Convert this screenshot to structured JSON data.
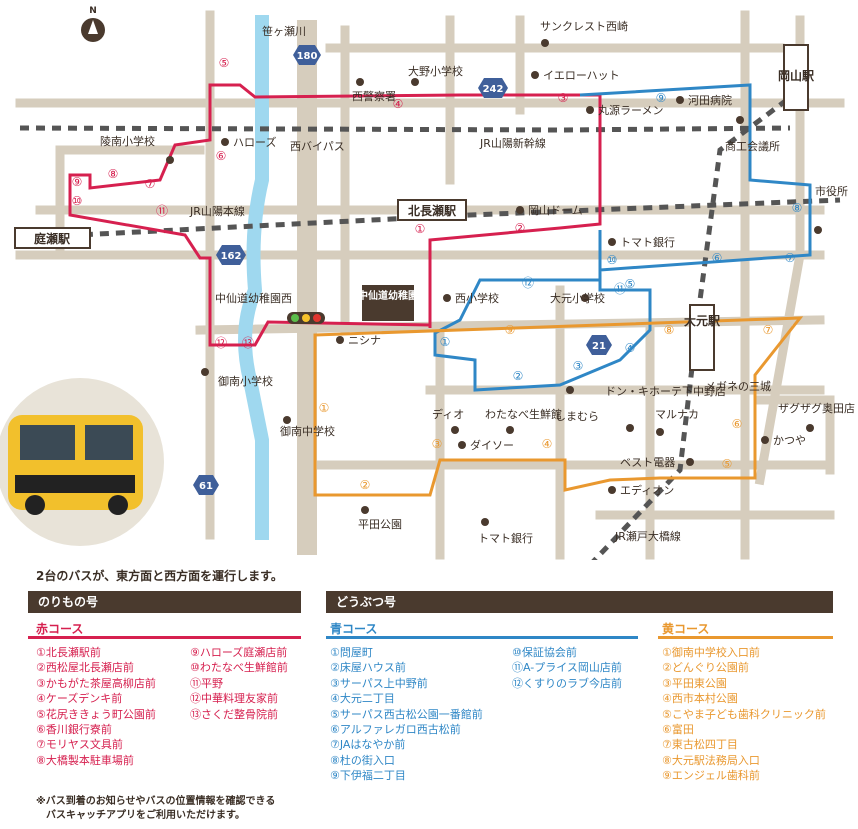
{
  "north": "N",
  "colors": {
    "red": "#d6204f",
    "blue": "#2f87c6",
    "orange": "#e9982f",
    "road": "#d6cdbd",
    "brown": "#4a3a2e",
    "river": "#9fd8ef",
    "rail": "#555555"
  },
  "map": {
    "stations": {
      "niwase": "庭瀬駅",
      "kitanagase": "北長瀬駅",
      "omoto": "大元駅",
      "okayama": "岡山駅"
    },
    "roads": {
      "r180": "180",
      "r242": "242",
      "r162": "162",
      "r21": "21",
      "r61": "61"
    },
    "places": {
      "sasagase": "笹ヶ瀬川",
      "nishibypass": "西バイパス",
      "jr_sanyo": "JR山陽本線",
      "jr_shinkansen": "JR山陽新幹線",
      "jr_seto": "JR瀬戸大橋線",
      "nishikeisatsu": "西警察署",
      "ono_sho": "大野小学校",
      "ryonan": "陵南小学校",
      "halloz": "ハローズ",
      "sunquest": "サンクレスト西崎",
      "yellowhat": "イエローハット",
      "marugen": "丸源ラーメン",
      "kawata": "河田病院",
      "shoko": "商工会議所",
      "shiyakusho": "市役所",
      "okayama_dome": "岡山ドーム",
      "tomato_bank": "トマト銀行",
      "kindergarten": "中仙道幼稚園西",
      "kindergarten_main": "中仙道幼稚園",
      "nishi_sho": "西小学校",
      "omoto_sho": "大元小学校",
      "nishina": "ニシナ",
      "minan_sho": "御南小学校",
      "minan_chu": "御南中学校",
      "dio": "ディオ",
      "watanabe": "わたなべ生鮮館",
      "daiso": "ダイソー",
      "shimamura": "しまむら",
      "donki": "ドン・キホーテ下中野店",
      "marunaka": "マルナカ",
      "megane": "メガネの三城",
      "zigzag": "ザグザグ奥田店",
      "katsuya": "かつや",
      "best": "ベスト電器",
      "edion": "エディオン",
      "hirata_park": "平田公園",
      "tomato_bank2": "トマト銀行"
    },
    "red_nums": [
      "①",
      "②",
      "③",
      "④",
      "⑤",
      "⑥",
      "⑦",
      "⑧",
      "⑨",
      "⑩",
      "⑪",
      "⑫",
      "⑬"
    ],
    "blue_nums": [
      "①",
      "②",
      "③",
      "④",
      "⑤",
      "⑥",
      "⑦",
      "⑧",
      "⑨",
      "⑩",
      "⑪",
      "⑫"
    ],
    "orange_nums": [
      "①",
      "②",
      "③",
      "④",
      "⑤",
      "⑥",
      "⑦",
      "⑧",
      "⑨"
    ]
  },
  "intro": "2台のバスが、東方面と西方面を運行します。",
  "norimono": {
    "title": "のりもの号",
    "red_title": "赤コース",
    "red_col1": [
      "①北長瀬駅前",
      "②西松屋北長瀬店前",
      "③かもがた茶屋高柳店前",
      "④ケーズデンキ前",
      "⑤花尻ききょう町公園前",
      "⑥香川銀行寮前",
      "⑦モリヤス文具前",
      "⑧大橋製本駐車場前"
    ],
    "red_col2": [
      "⑨ハローズ庭瀬店前",
      "⑩わたなべ生鮮館前",
      "⑪平野",
      "⑫中華料理友家前",
      "⑬さくだ整骨院前"
    ]
  },
  "doubutsu": {
    "title": "どうぶつ号",
    "blue_title": "青コース",
    "blue_col1": [
      "①問屋町",
      "②床屋ハウス前",
      "③サーパス上中野前",
      "④大元二丁目",
      "⑤サーパス西古松公園一番館前",
      "⑥アルファレガロ西古松前",
      "⑦JAはなやか前",
      "⑧杜の街入口",
      "⑨下伊福二丁目"
    ],
    "blue_col2": [
      "⑩保証協会前",
      "⑪A-プライス岡山店前",
      "⑫くすりのラブ今店前"
    ],
    "yellow_title": "黄コース",
    "yellow_col": [
      "①御南中学校入口前",
      "②どんぐり公園前",
      "③平田東公園",
      "④西市本村公園",
      "⑤こやま子ども歯科クリニック前",
      "⑥富田",
      "⑦東古松四丁目",
      "⑧大元駅法務局入口",
      "⑨エンジェル歯科前"
    ]
  },
  "footer": {
    "line1": "※バス到着のお知らせやバスの位置情報を確認できる",
    "line2": "バスキャッチアプリをご利用いただけます。"
  }
}
